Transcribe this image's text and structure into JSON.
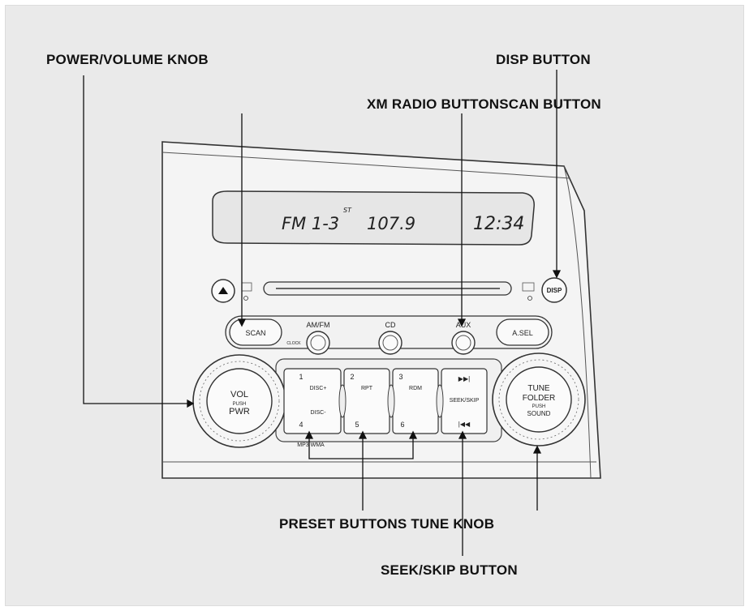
{
  "callouts": {
    "power_volume_knob": "POWER/VOLUME KNOB",
    "disp_button": "DISP BUTTON",
    "xm_radio_scan": "XM RADIO BUTTONSCAN BUTTON",
    "preset_tune": "PRESET BUTTONS TUNE KNOB",
    "seek_skip_button": "SEEK/SKIP BUTTON"
  },
  "display": {
    "band": "FM 1-3",
    "stereo": "ST",
    "frequency": "107.9",
    "clock": "12:34"
  },
  "buttons": {
    "scan": "SCAN",
    "am_fm": "AM/FM",
    "clock": "CLOCK",
    "cd": "CD",
    "aux": "AUX",
    "a_sel": "A.SEL",
    "disp": "DISP"
  },
  "knobs": {
    "vol_line1": "VOL",
    "vol_line2": "PUSH",
    "vol_line3": "PWR",
    "tune_line1": "TUNE",
    "tune_line2": "FOLDER",
    "tune_line3": "PUSH",
    "tune_line4": "SOUND"
  },
  "presets": {
    "p1": "1",
    "p1_sub": "DISC+",
    "p2": "2",
    "p2_sub": "RPT",
    "p3": "3",
    "p3_sub": "RDM",
    "p4": "4",
    "p4_sub": "DISC-",
    "p5": "5",
    "p6": "6",
    "seek_skip": "SEEK/SKIP",
    "seek_fwd": "▶▶|",
    "seek_back": "|◀◀",
    "mp3_wma": "MP3 WMA"
  }
}
